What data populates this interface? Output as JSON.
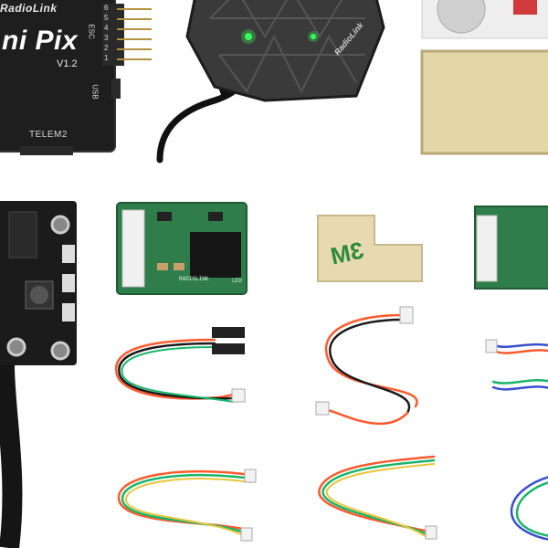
{
  "flight_controller": {
    "brand": "RadioLink",
    "title": "ni Pix",
    "version": "V1.2",
    "port_esc": "ESC",
    "port_usb": "USB",
    "port_telem": "TELEM2",
    "pin_numbers": [
      "6",
      "5",
      "4",
      "3",
      "2",
      "1"
    ]
  },
  "gps": {
    "brand": "RadioLink"
  },
  "tape": {
    "text": "3M"
  },
  "i2c_board": {
    "brand": "RADIOLINK",
    "led_label": "LED"
  },
  "colors": {
    "fc_body": "#1e1e1e",
    "gps_shell": "#3a3a3a",
    "pcb_green": "#2f7d4a",
    "tape_tan": "#e8dcb4",
    "led_green": "#38ff5a"
  }
}
